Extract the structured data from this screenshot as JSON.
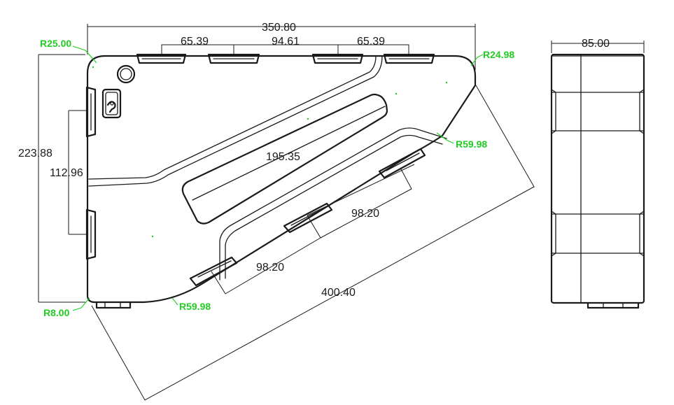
{
  "dimensions": {
    "overall_width": "350.80",
    "slot_left": "65.39",
    "slot_middle": "94.61",
    "slot_right": "65.39",
    "overall_height": "223.88",
    "side_mount_spacing": "112.96",
    "label_recess_length": "195.35",
    "rail_spacing_upper": "98.20",
    "rail_spacing_lower": "98.20",
    "diagonal_length": "400.40",
    "side_depth": "85.00"
  },
  "radii": {
    "top_left": "R25.00",
    "top_right": "R24.98",
    "right_corner": "R59.98",
    "bottom_left": "R8.00",
    "bottom_curve": "R59.98"
  },
  "colors": {
    "line": "#1a1a1a",
    "radius_annotation": "#22cc22",
    "background": "#ffffff"
  },
  "icons": {
    "power_button": "power-button-icon",
    "key_lock": "key-lock-icon"
  }
}
